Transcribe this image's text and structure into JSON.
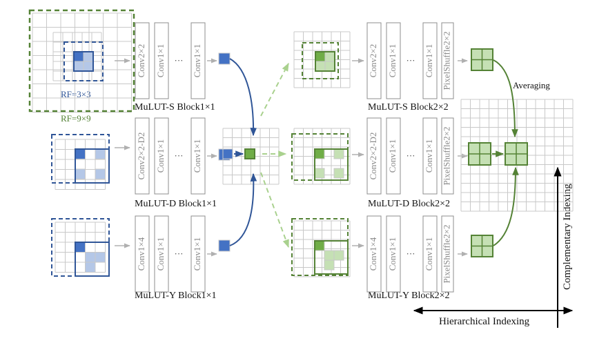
{
  "colors": {
    "blue": "#2f5597",
    "blue_fill": "#4472c4",
    "blue_light": "#b4c7e7",
    "green": "#548235",
    "green_fill": "#70ad47",
    "green_light": "#c5e0b4",
    "gray": "#a6a6a6",
    "grid": "#c8c8c8"
  },
  "labels": {
    "rf_small": "RF=3×3",
    "rf_large": "RF=9×9",
    "ellipsis": "···",
    "averaging": "Averaging",
    "complementary": "Complementary Indexing",
    "hierarchical": "Hierarchical Indexing"
  },
  "stage1": {
    "blocks": [
      {
        "name": "MuLUT-S Block1×1",
        "layers": [
          "Conv2×2",
          "Conv1×1",
          "Conv1×1"
        ]
      },
      {
        "name": "MuLUT-D Block1×1",
        "layers": [
          "Conv2×2-D2",
          "Conv1×1",
          "Conv1×1"
        ]
      },
      {
        "name": "MuLUT-Y Block1×1",
        "layers": [
          "Conv1×4",
          "Conv1×1",
          "Conv1×1"
        ]
      }
    ]
  },
  "stage2": {
    "blocks": [
      {
        "name": "MuLUT-S Block2×2",
        "layers": [
          "Conv2×2",
          "Conv1×1",
          "Conv1×1",
          "PixelShuffle2×2"
        ]
      },
      {
        "name": "MuLUT-D Block2×2",
        "layers": [
          "Conv2×2-D2",
          "Conv1×1",
          "Conv1×1",
          "PixelShuffle2×2"
        ]
      },
      {
        "name": "MuLUT-Y Block2×2",
        "layers": [
          "Conv1×4",
          "Conv1×1",
          "Conv1×1",
          "PixelShuffle2×2"
        ]
      }
    ]
  }
}
